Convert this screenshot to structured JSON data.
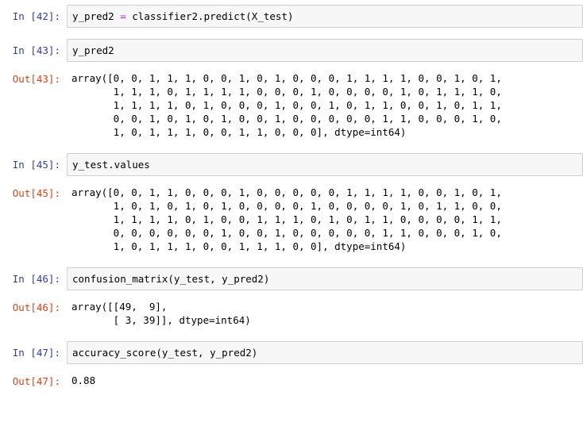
{
  "notebook": {
    "cells": [
      {
        "kind": "input",
        "prompt": "In [42]:",
        "segments": [
          {
            "text": "y_pred2 ",
            "type": "plain"
          },
          {
            "text": "=",
            "type": "op"
          },
          {
            "text": " classifier2.predict(X_test)",
            "type": "plain"
          }
        ],
        "source": "y_pred2 = classifier2.predict(X_test)"
      },
      {
        "kind": "input",
        "prompt": "In [43]:",
        "segments": [
          {
            "text": "y_pred2",
            "type": "plain"
          }
        ],
        "source": "y_pred2"
      },
      {
        "kind": "output",
        "prompt": "Out[43]:",
        "text": "array([0, 0, 1, 1, 1, 0, 0, 1, 0, 1, 0, 0, 0, 1, 1, 1, 1, 0, 0, 1, 0, 1,\n       1, 1, 1, 0, 1, 1, 1, 1, 0, 0, 0, 1, 0, 0, 0, 0, 1, 0, 1, 1, 1, 0,\n       1, 1, 1, 1, 0, 1, 0, 0, 0, 1, 0, 0, 1, 0, 1, 1, 0, 0, 1, 0, 1, 1,\n       0, 0, 1, 0, 1, 0, 1, 0, 0, 1, 0, 0, 0, 0, 0, 1, 1, 0, 0, 0, 1, 0,\n       1, 0, 1, 1, 1, 0, 0, 1, 1, 0, 0, 0], dtype=int64)"
      },
      {
        "kind": "input",
        "prompt": "In [45]:",
        "segments": [
          {
            "text": "y_test.values",
            "type": "plain"
          }
        ],
        "source": "y_test.values"
      },
      {
        "kind": "output",
        "prompt": "Out[45]:",
        "text": "array([0, 0, 1, 1, 0, 0, 0, 1, 0, 0, 0, 0, 0, 1, 1, 1, 1, 0, 0, 1, 0, 1,\n       1, 0, 1, 0, 1, 0, 1, 0, 0, 0, 0, 1, 0, 0, 0, 0, 1, 0, 1, 1, 0, 0,\n       1, 1, 1, 1, 0, 1, 0, 0, 1, 1, 1, 0, 1, 0, 1, 1, 0, 0, 0, 0, 1, 1,\n       0, 0, 0, 0, 0, 0, 1, 0, 0, 1, 0, 0, 0, 0, 0, 1, 1, 0, 0, 0, 1, 0,\n       1, 0, 1, 1, 1, 0, 0, 1, 1, 1, 0, 0], dtype=int64)"
      },
      {
        "kind": "input",
        "prompt": "In [46]:",
        "segments": [
          {
            "text": "confusion_matrix(y_test, y_pred2)",
            "type": "plain"
          }
        ],
        "source": "confusion_matrix(y_test, y_pred2)"
      },
      {
        "kind": "output",
        "prompt": "Out[46]:",
        "text": "array([[49,  9],\n       [ 3, 39]], dtype=int64)"
      },
      {
        "kind": "input",
        "prompt": "In [47]:",
        "segments": [
          {
            "text": "accuracy_score(y_test, y_pred2)",
            "type": "plain"
          }
        ],
        "source": "accuracy_score(y_test, y_pred2)"
      },
      {
        "kind": "output",
        "prompt": "Out[47]:",
        "text": "0.88"
      }
    ]
  },
  "colors": {
    "in_prompt": "#303F9F",
    "out_prompt": "#D84315",
    "input_bg": "#f7f7f7",
    "input_border": "#cfcfcf",
    "operator": "#AA22FF"
  },
  "results": {
    "confusion_matrix": [
      [
        49,
        9
      ],
      [
        3,
        39
      ]
    ],
    "accuracy_score": 0.88,
    "dtype": "int64",
    "n_samples": 100
  }
}
